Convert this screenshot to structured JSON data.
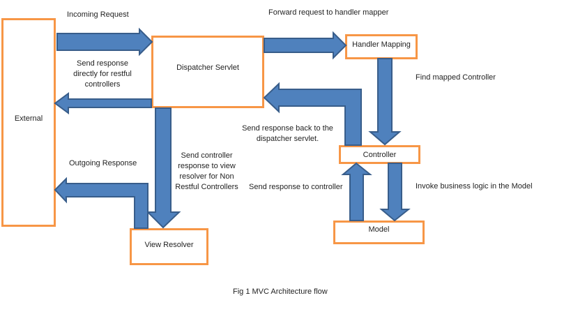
{
  "diagram": {
    "caption": "Fig 1 MVC Architecture flow",
    "nodes": {
      "external": {
        "label": "External"
      },
      "dispatcher": {
        "label": "Dispatcher Servlet"
      },
      "handler_mapping": {
        "label": "Handler Mapping"
      },
      "controller": {
        "label": "Controller"
      },
      "model": {
        "label": "Model"
      },
      "view_resolver": {
        "label": "View Resolver"
      }
    },
    "labels": {
      "incoming_request": "Incoming Request",
      "forward_request": "Forward request to handler mapper",
      "send_response_restful": "Send response\ndirectly for restful\ncontrollers",
      "outgoing_response": "Outgoing Response",
      "send_controller_response": "Send controller\nresponse to view\nresolver for Non\nRestful Controllers",
      "send_response_back": "Send response back to the\ndispatcher servlet.",
      "find_mapped_controller": "Find mapped Controller",
      "send_response_to_controller": "Send response to controller",
      "invoke_business_logic": "Invoke business logic in the Model"
    },
    "arrows": {
      "incoming_request": "External to Dispatcher Servlet",
      "forward_request": "Dispatcher Servlet to Handler Mapping",
      "response_restful": "Dispatcher Servlet to External",
      "dispatcher_to_view_resolver": "Dispatcher Servlet to View Resolver",
      "view_resolver_to_external": "View Resolver to External",
      "controller_to_dispatcher": "Controller to Dispatcher Servlet",
      "handler_to_controller": "Handler Mapping to Controller",
      "model_to_controller": "Model to Controller",
      "controller_to_model": "Controller to Model"
    },
    "colors": {
      "arrow_fill": "#4f81bd",
      "arrow_stroke": "#385d8a",
      "box_border": "#f79646",
      "text": "#1f1f1f",
      "background": "#ffffff"
    }
  }
}
